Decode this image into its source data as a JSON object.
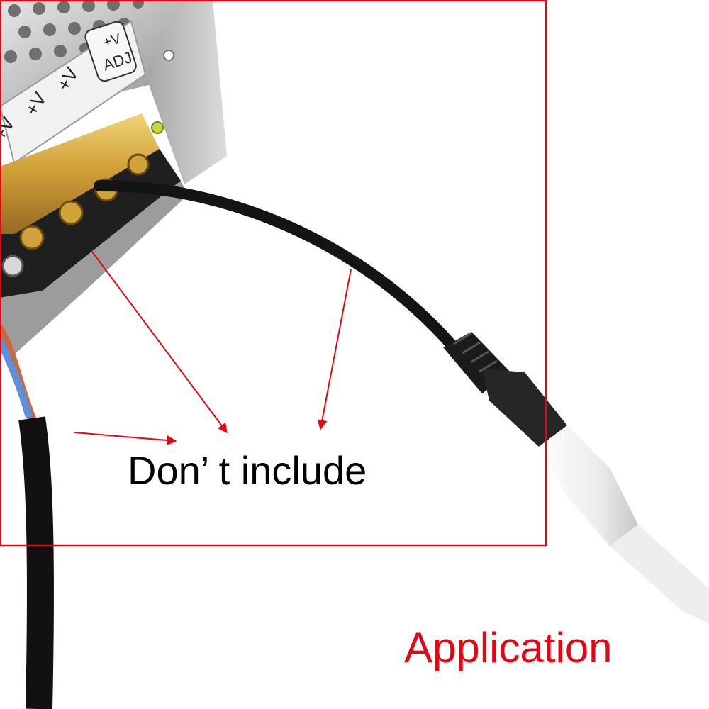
{
  "annotation": {
    "note": "Don’ t include",
    "footer": "Application"
  },
  "label_plate": {
    "top": "+V",
    "bottom": "ADJ"
  },
  "terminal_labels": [
    "+V",
    "+V",
    "+V"
  ],
  "colors": {
    "annotation_red": "#e30613",
    "cable_black": "#111111",
    "connector_white": "#f2f2f2",
    "terminal_brass": "#d9a93a",
    "housing_metal": "#c9c9c9"
  },
  "icons": {
    "arrow": "arrow-icon",
    "frame": "highlight-frame"
  }
}
